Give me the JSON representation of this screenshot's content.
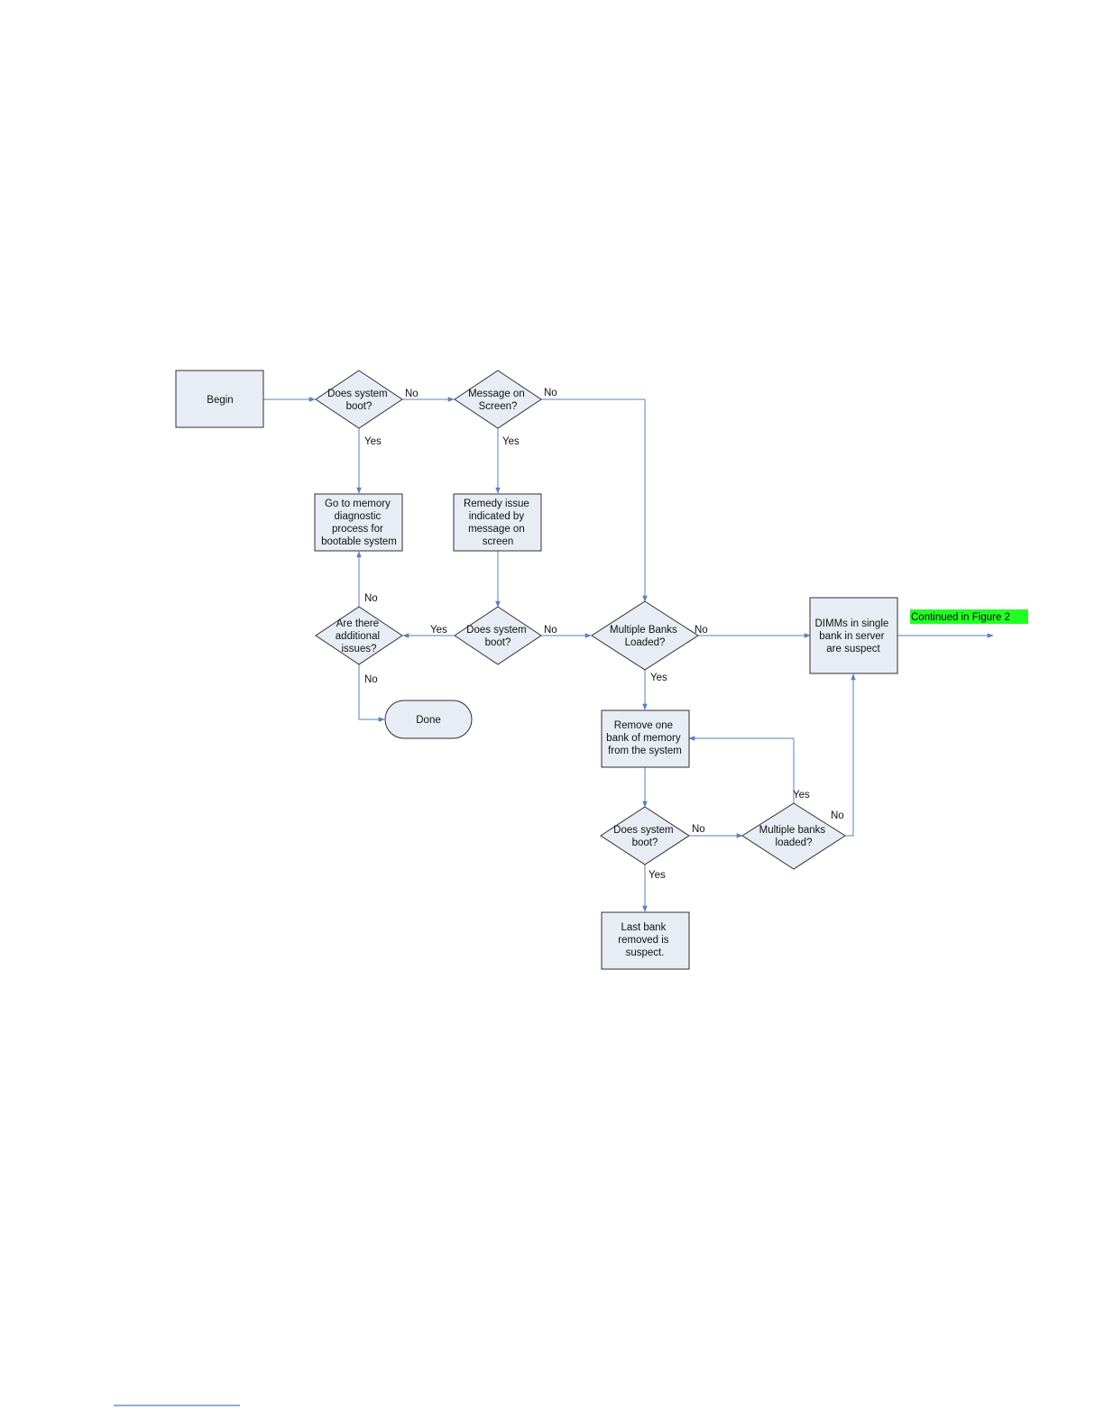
{
  "flowchart": {
    "nodes": {
      "begin": {
        "lines": [
          "Begin"
        ]
      },
      "boot1": {
        "lines": [
          "Does system",
          "boot?"
        ]
      },
      "msg": {
        "lines": [
          "Message on",
          "Screen?"
        ]
      },
      "memdiag": {
        "lines": [
          "Go to memory",
          "diagnostic",
          "process for",
          "bootable system"
        ]
      },
      "remedy": {
        "lines": [
          "Remedy issue",
          "indicated by",
          "message on",
          "screen"
        ]
      },
      "additional": {
        "lines": [
          "Are there",
          "additional",
          "issues?"
        ]
      },
      "boot2": {
        "lines": [
          "Does system",
          "boot?"
        ]
      },
      "multi1": {
        "lines": [
          "Multiple Banks",
          "Loaded?"
        ]
      },
      "dimms": {
        "lines": [
          "DIMMs in single",
          "bank in server",
          "are suspect"
        ]
      },
      "done": {
        "lines": [
          "Done"
        ]
      },
      "remove": {
        "lines": [
          "Remove one",
          "bank of memory",
          "from the system"
        ]
      },
      "boot3": {
        "lines": [
          "Does system",
          "boot?"
        ]
      },
      "multi2": {
        "lines": [
          "Multiple banks",
          "loaded?"
        ]
      },
      "last": {
        "lines": [
          "Last bank",
          "removed is",
          "suspect."
        ]
      }
    },
    "edge_labels": {
      "boot1_no": "No",
      "boot1_yes": "Yes",
      "msg_no": "No",
      "msg_yes": "Yes",
      "additional_no_up": "No",
      "boot2_yes": "Yes",
      "boot2_no": "No",
      "multi1_no": "No",
      "additional_no_down": "No",
      "multi1_yes": "Yes",
      "multi2_yes": "Yes",
      "boot3_no": "No",
      "multi2_no": "No",
      "boot3_yes": "Yes"
    },
    "continued_label": "Continued in Figure 2",
    "colors": {
      "shape_fill": "#e8edf5",
      "shape_stroke": "#2f2f2f",
      "connector": "#5b82b8",
      "highlight": "#22ff22"
    }
  }
}
